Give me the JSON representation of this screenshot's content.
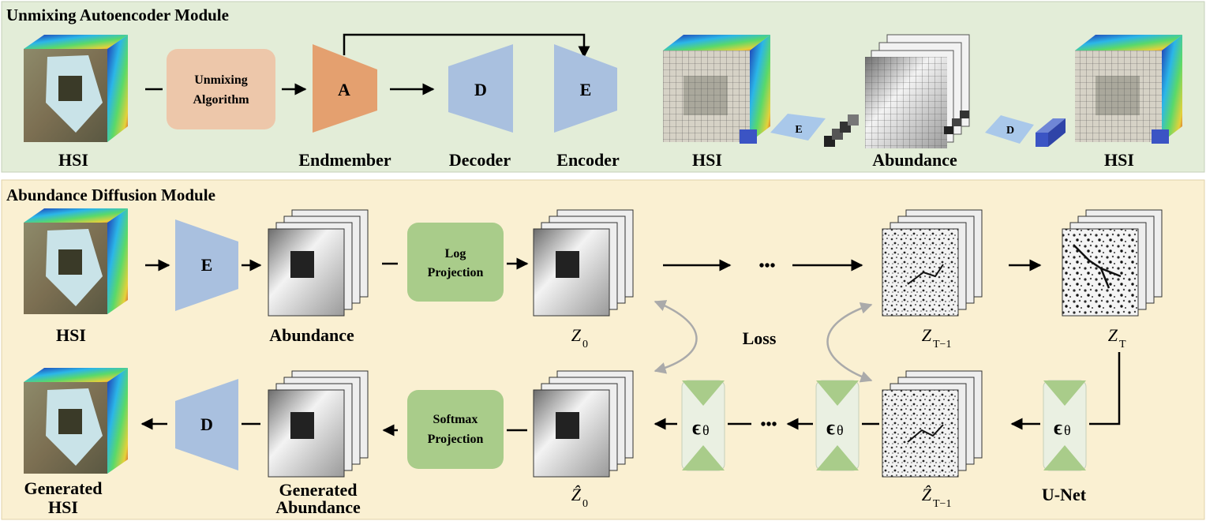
{
  "colors": {
    "top_bg": "#e3edd8",
    "bottom_bg": "#faf0d2",
    "unmixing_box": "#edc7aa",
    "endmember_shape": "#e4a06f",
    "decoder_shape": "#a9c0df",
    "projection_box": "#a9cc8a",
    "unet_bg": "#eaf0e2",
    "unet_shape": "#a9cc8a",
    "loss_arrow": "#aaaaaa"
  },
  "top": {
    "title": "Unmixing Autoencoder Module",
    "hsi_label": "HSI",
    "unmixing_line1": "Unmixing",
    "unmixing_line2": "Algorithm",
    "endmember_symbol": "A",
    "endmember_label": "Endmember",
    "decoder_symbol": "D",
    "decoder_label": "Decoder",
    "encoder_symbol": "E",
    "encoder_label": "Encoder",
    "hsi_in_label": "HSI",
    "abundance_label": "Abundance",
    "hsi_out_label": "HSI",
    "small_encoder_symbol": "E",
    "small_decoder_symbol": "D"
  },
  "bottom": {
    "title": "Abundance Diffusion Module",
    "hsi_label": "HSI",
    "encoder_symbol": "E",
    "abundance_label": "Abundance",
    "log_line1": "Log",
    "log_line2": "Projection",
    "z0_label": "Z",
    "z0_sub": "0",
    "ellipsis": "•••",
    "ztm1_label": "Z",
    "ztm1_sub": "T−1",
    "zt_label": "Z",
    "zt_sub": "T",
    "loss_label": "Loss",
    "gen_hsi_line1": "Generated",
    "gen_hsi_line2": "HSI",
    "decoder_symbol": "D",
    "gen_abund_line1": "Generated",
    "gen_abund_line2": "Abundance",
    "softmax_line1": "Softmax",
    "softmax_line2": "Projection",
    "z0hat_label": "Ẑ",
    "z0hat_sub": "0",
    "eps_symbol": "ϵ",
    "eps_sub": "θ",
    "ztm1hat_label": "Ẑ",
    "ztm1hat_sub": "T−1",
    "unet_label": "U-Net"
  }
}
